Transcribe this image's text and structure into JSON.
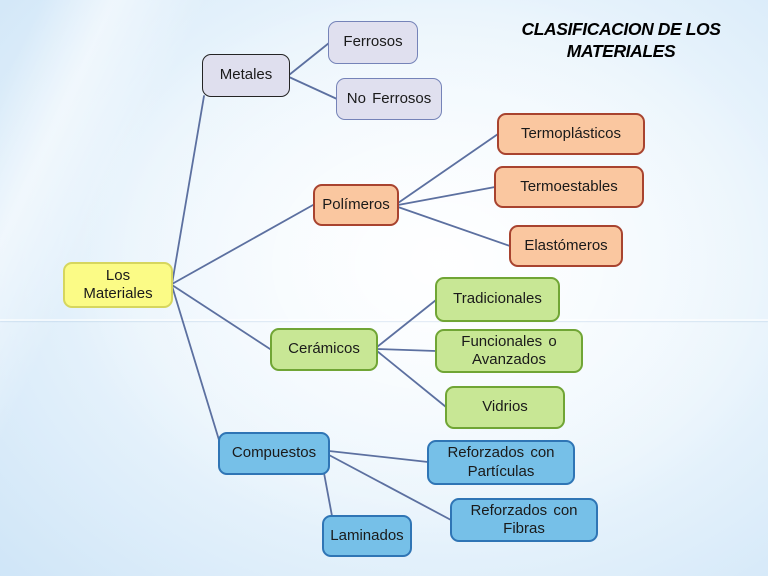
{
  "title": {
    "line1": "CLASIFICACION DE LOS",
    "line2": "MATERIALES"
  },
  "nodes": {
    "root": {
      "label": "Los\nMateriales"
    },
    "metales": {
      "label": "Metales"
    },
    "ferrosos": {
      "label": "Ferrosos"
    },
    "no_ferrosos": {
      "label": "No Ferrosos"
    },
    "polimeros": {
      "label": "Polímeros"
    },
    "termoplasticos": {
      "label": "Termoplásticos"
    },
    "termoestables": {
      "label": "Termoestables"
    },
    "elastomeros": {
      "label": "Elastómeros"
    },
    "ceramicos": {
      "label": "Cerámicos"
    },
    "tradicionales": {
      "label": "Tradicionales"
    },
    "funcionales": {
      "label": "Funcionales o Avanzados"
    },
    "vidrios": {
      "label": "Vidrios"
    },
    "compuestos": {
      "label": "Compuestos"
    },
    "reforzados_particulas": {
      "label": "Reforzados con Partículas"
    },
    "reforzados_fibras": {
      "label": "Reforzados con Fibras"
    },
    "laminados": {
      "label": "Laminados"
    }
  },
  "hierarchy": {
    "root": [
      "metales",
      "polimeros",
      "ceramicos",
      "compuestos"
    ],
    "metales": [
      "ferrosos",
      "no_ferrosos"
    ],
    "polimeros": [
      "termoplasticos",
      "termoestables",
      "elastomeros"
    ],
    "ceramicos": [
      "tradicionales",
      "funcionales",
      "vidrios"
    ],
    "compuestos": [
      "reforzados_particulas",
      "reforzados_fibras",
      "laminados"
    ]
  },
  "palette": {
    "background_edge": "#aad3f1",
    "background_center": "#f8fcff",
    "connector": "#5c70a0",
    "text": "#1a1a1a",
    "root": {
      "fill": "#fbfb86",
      "border": "#d6d65e"
    },
    "metales_group": {
      "fill": "#dfdfee",
      "border_parent": "#242424",
      "border_children": "#7583b8"
    },
    "polimeros_group": {
      "fill": "#fac7a0",
      "border": "#a8432f"
    },
    "ceramicos_group": {
      "fill": "#c8e795",
      "border": "#70a535"
    },
    "compuestos_group": {
      "fill": "#76c0e8",
      "border": "#2f75b5"
    }
  }
}
